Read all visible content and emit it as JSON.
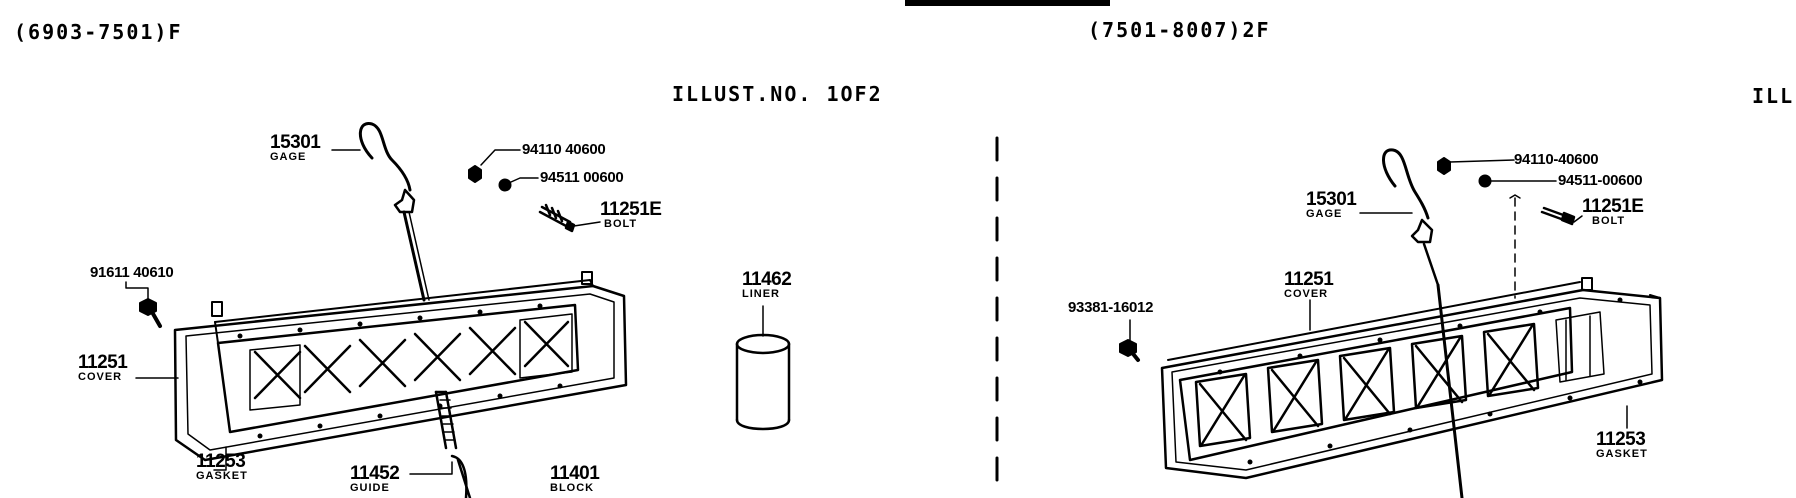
{
  "header": {
    "left_range": "(6903-7501)F",
    "right_range": "(7501-8007)2F",
    "illust_left": "ILLUST.NO. 1OF2",
    "illust_right_partial": "ILL"
  },
  "left_parts": {
    "gage_no": "15301",
    "gage_name": "GAGE",
    "nut_no": "94110 40600",
    "washer_no": "94511 00600",
    "bolt_no": "11251E",
    "bolt_name": "BOLT",
    "plug_no": "91611 40610",
    "cover_no": "11251",
    "cover_name": "COVER",
    "gasket_no": "11253",
    "gasket_name": "GASKET",
    "guide_no": "11452",
    "guide_name": "GUIDE",
    "block_no": "11401",
    "block_name": "BLOCK",
    "liner_no": "11462",
    "liner_name": "LINER"
  },
  "right_parts": {
    "nut_no": "94110-40600",
    "washer_no": "94511-00600",
    "bolt_no": "11251E",
    "bolt_name": "BOLT",
    "gage_no": "15301",
    "gage_name": "GAGE",
    "cover_no": "11251",
    "cover_name": "COVER",
    "plug_no": "93381-16012",
    "gasket_no": "11253",
    "gasket_name": "GASKET"
  }
}
